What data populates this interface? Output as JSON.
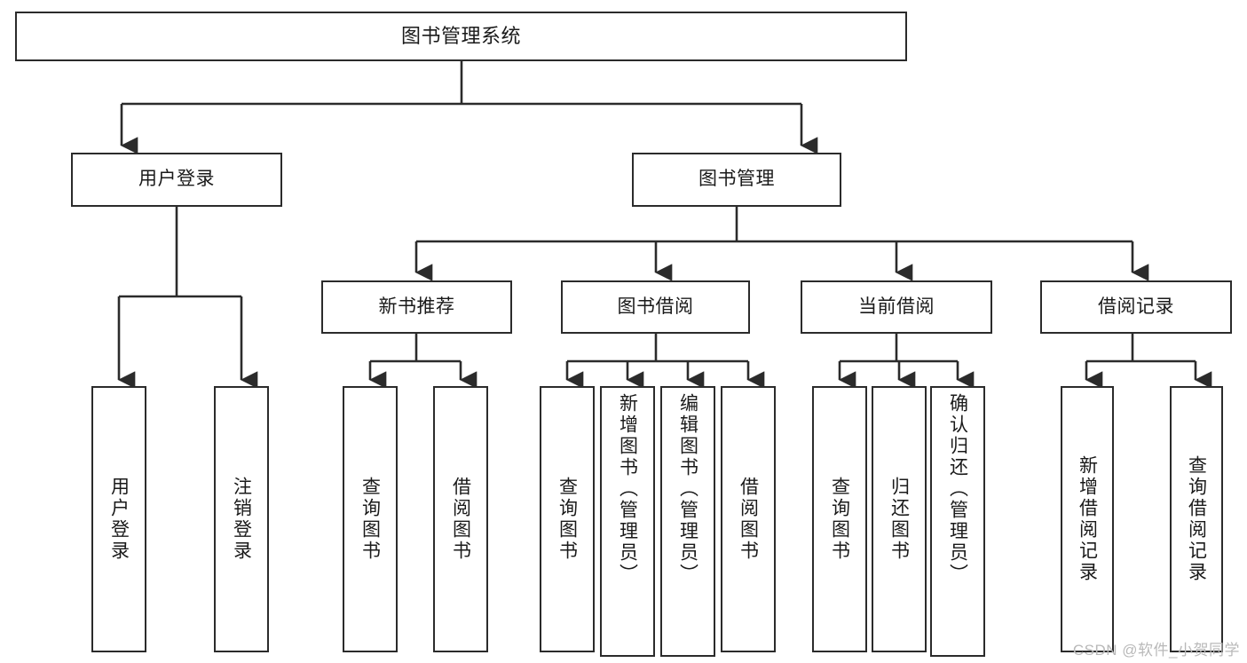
{
  "diagram": {
    "type": "tree-hierarchy-chart",
    "title": "图书管理系统",
    "background_color": "#ffffff",
    "line_color": "#2b2b2b",
    "text_color": "#1a1a1a",
    "root": {
      "id": "root",
      "label": "图书管理系统"
    },
    "level2": [
      {
        "id": "user-login",
        "label": "用户登录"
      },
      {
        "id": "book-manage",
        "label": "图书管理"
      }
    ],
    "level3": [
      {
        "id": "new-book-rec",
        "label": "新书推荐",
        "parent": "book-manage"
      },
      {
        "id": "book-borrow",
        "label": "图书借阅",
        "parent": "book-manage"
      },
      {
        "id": "current-borrow",
        "label": "当前借阅",
        "parent": "book-manage"
      },
      {
        "id": "borrow-record",
        "label": "借阅记录",
        "parent": "book-manage"
      }
    ],
    "leaves": [
      {
        "id": "leaf-user-login",
        "label": "用户登录",
        "parent": "user-login"
      },
      {
        "id": "leaf-logout",
        "label": "注销登录",
        "parent": "user-login"
      },
      {
        "id": "leaf-query-book-1",
        "label": "查询图书",
        "parent": "new-book-rec"
      },
      {
        "id": "leaf-borrow-book-1",
        "label": "借阅图书",
        "parent": "new-book-rec"
      },
      {
        "id": "leaf-query-book-2",
        "label": "查询图书",
        "parent": "book-borrow"
      },
      {
        "id": "leaf-add-book",
        "label": "新增图书（管理员）",
        "parent": "book-borrow"
      },
      {
        "id": "leaf-edit-book",
        "label": "编辑图书（管理员）",
        "parent": "book-borrow"
      },
      {
        "id": "leaf-borrow-book-2",
        "label": "借阅图书",
        "parent": "book-borrow"
      },
      {
        "id": "leaf-query-book-3",
        "label": "查询图书",
        "parent": "current-borrow"
      },
      {
        "id": "leaf-return-book",
        "label": "归还图书",
        "parent": "current-borrow"
      },
      {
        "id": "leaf-confirm-return",
        "label": "确认归还（管理员）",
        "parent": "current-borrow"
      },
      {
        "id": "leaf-add-record",
        "label": "新增借阅记录",
        "parent": "borrow-record"
      },
      {
        "id": "leaf-query-record",
        "label": "查询借阅记录",
        "parent": "borrow-record"
      }
    ],
    "watermark": "CSDN @软件_小贺同学"
  }
}
